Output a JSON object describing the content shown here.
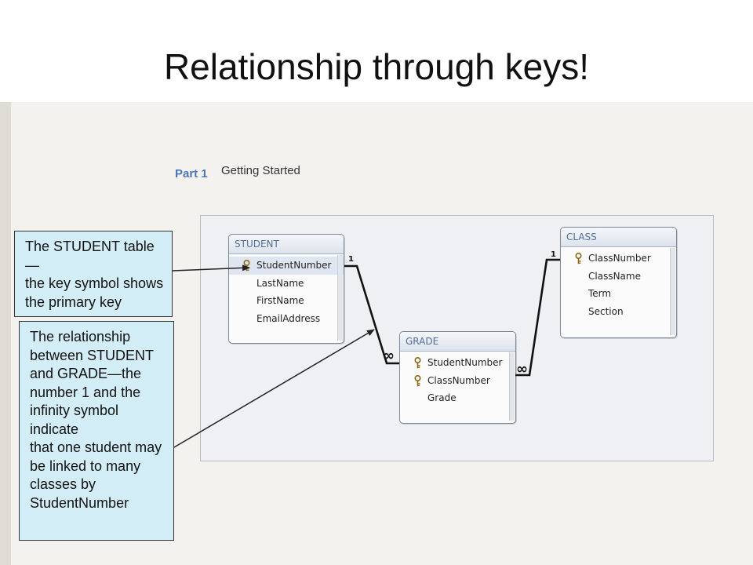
{
  "slide": {
    "title": "Relationship through keys!"
  },
  "page": {
    "part_label": "Part 1",
    "part_title": "Getting Started"
  },
  "tables": {
    "student": {
      "name": "STUDENT",
      "fields": [
        {
          "name": "StudentNumber",
          "key": true
        },
        {
          "name": "LastName",
          "key": false
        },
        {
          "name": "FirstName",
          "key": false
        },
        {
          "name": "EmailAddress",
          "key": false
        }
      ]
    },
    "grade": {
      "name": "GRADE",
      "fields": [
        {
          "name": "StudentNumber",
          "key": true
        },
        {
          "name": "ClassNumber",
          "key": true
        },
        {
          "name": "Grade",
          "key": false
        }
      ]
    },
    "class": {
      "name": "CLASS",
      "fields": [
        {
          "name": "ClassNumber",
          "key": true
        },
        {
          "name": "ClassName",
          "key": false
        },
        {
          "name": "Term",
          "key": false
        },
        {
          "name": "Section",
          "key": false
        }
      ]
    }
  },
  "relationships": {
    "student_grade": {
      "from": "STUDENT",
      "to": "GRADE",
      "one": "1",
      "many": "∞"
    },
    "class_grade": {
      "from": "CLASS",
      "to": "GRADE",
      "one": "1",
      "many": "∞"
    }
  },
  "callouts": {
    "primary_key": {
      "lines": [
        "The STUDENT table—",
        "the key symbol shows",
        "the primary key"
      ]
    },
    "relationship": {
      "lines": [
        "The relationship",
        "between STUDENT",
        "and GRADE—the",
        "number 1 and the",
        "infinity symbol indicate",
        "that one student may",
        "be linked to many",
        "classes by",
        "StudentNumber"
      ]
    }
  },
  "colors": {
    "callout_fill": "#d3edf7",
    "part_label": "#4a78b6",
    "table_header": "#526f9c"
  },
  "icons": {
    "key": "key-icon"
  }
}
